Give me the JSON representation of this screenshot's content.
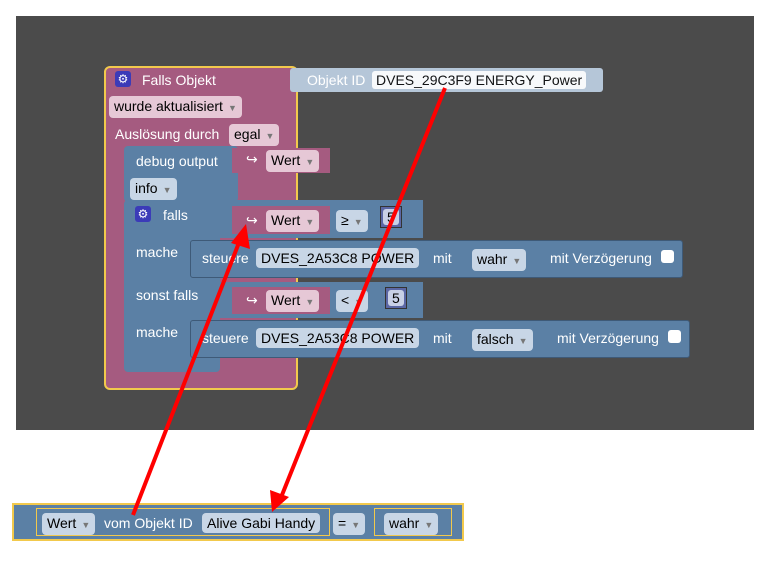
{
  "event": {
    "title": "Falls Objekt",
    "object_label": "Objekt ID",
    "object_id": "DVES_29C3F9 ENERGY_Power",
    "trigger": "wurde aktualisiert",
    "trigger_by_label": "Auslösung durch",
    "trigger_by": "egal"
  },
  "debug": {
    "label": "debug output",
    "value": "Wert",
    "level": "info"
  },
  "if": {
    "label": "falls",
    "cond1": {
      "var": "Wert",
      "op": "≥",
      "num": "5"
    },
    "do_label": "mache",
    "action1": {
      "label": "steuere",
      "target": "DVES_2A53C8 POWER",
      "with": "mit",
      "value": "wahr",
      "delay": "mit Verzögerung"
    },
    "elseif_label": "sonst falls",
    "cond2": {
      "var": "Wert",
      "op": "<",
      "num": "5"
    },
    "action2": {
      "label": "steuere",
      "target": "DVES_2A53C8 POWER",
      "with": "mit",
      "value": "falsch",
      "delay": "mit Verzögerung"
    }
  },
  "bottom": {
    "var": "Wert",
    "from": "vom Objekt ID",
    "object": "Alive Gabi Handy",
    "op": "=",
    "value": "wahr"
  },
  "colors": {
    "event": "#a55b80",
    "logic": "#5b80a5",
    "highlight": "#f2c94c",
    "arrow": "#ff0000"
  }
}
